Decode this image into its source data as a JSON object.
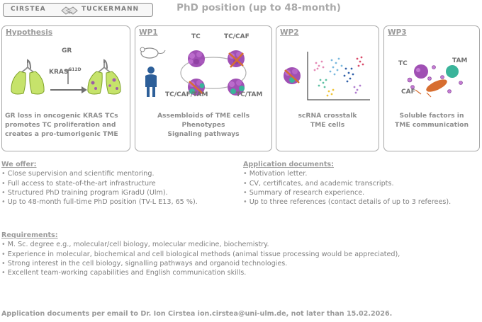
{
  "header": {
    "logo_left": "CIRSTEA",
    "logo_right": "TUCKERMANN",
    "title": "PhD position (up to 48-month)"
  },
  "panels": {
    "hypothesis": {
      "title": "Hypothesis",
      "label_gr": "GR",
      "label_kras": "KRAS",
      "label_kras_sup": "G12D",
      "caption": [
        "GR loss in oncogenic KRAS TCs",
        "promotes TC proliferation and",
        "creates a pro-tumorigenic TME"
      ]
    },
    "wp1": {
      "title": "WP1",
      "labels": {
        "tc": "TC",
        "tc_caf": "TC/CAF",
        "tc_caf_tam": "TC/CAF/TAM",
        "tc_tam": "TC/TAM"
      },
      "caption": [
        "Assembloids of TME cells",
        "Phenotypes",
        "Signaling pathways"
      ]
    },
    "wp2": {
      "title": "WP2",
      "caption": [
        "scRNA crosstalk",
        "TME cells"
      ]
    },
    "wp3": {
      "title": "WP3",
      "labels": {
        "tc": "TC",
        "tam": "TAM",
        "caf": "CAF"
      },
      "caption": [
        "Soluble factors in",
        "TME communication"
      ]
    }
  },
  "offer": {
    "heading": "We offer:",
    "items": [
      "Close supervision and scientific mentoring.",
      "Full access to state-of-the-art infrastructure",
      "Structured PhD training program iGradU (Ulm).",
      "Up to 48-month full-time PhD position (TV-L E13, 65 %)."
    ]
  },
  "application": {
    "heading": "Application documents:",
    "items": [
      "Motivation letter.",
      "CV, certificates, and academic transcripts.",
      "Summary of research experience.",
      "Up to three references (contact details of up to 3 referees)."
    ]
  },
  "requirements": {
    "heading": "Requirements:",
    "items": [
      "M. Sc. degree e.g., molecular/cell biology,  molecular medicine, biochemistry.",
      "Experience in molecular, biochemical and cell biological methods (animal tissue processing would be appreciated),",
      "Strong interest in the cell biology, signalling pathways and organoid technologies.",
      "Excellent team-working capabilities and English communication skills."
    ]
  },
  "footer": "Application documents per email to Dr. Ion Cirstea ion.cirstea@uni-ulm.de, not later than 15.02.2026."
}
